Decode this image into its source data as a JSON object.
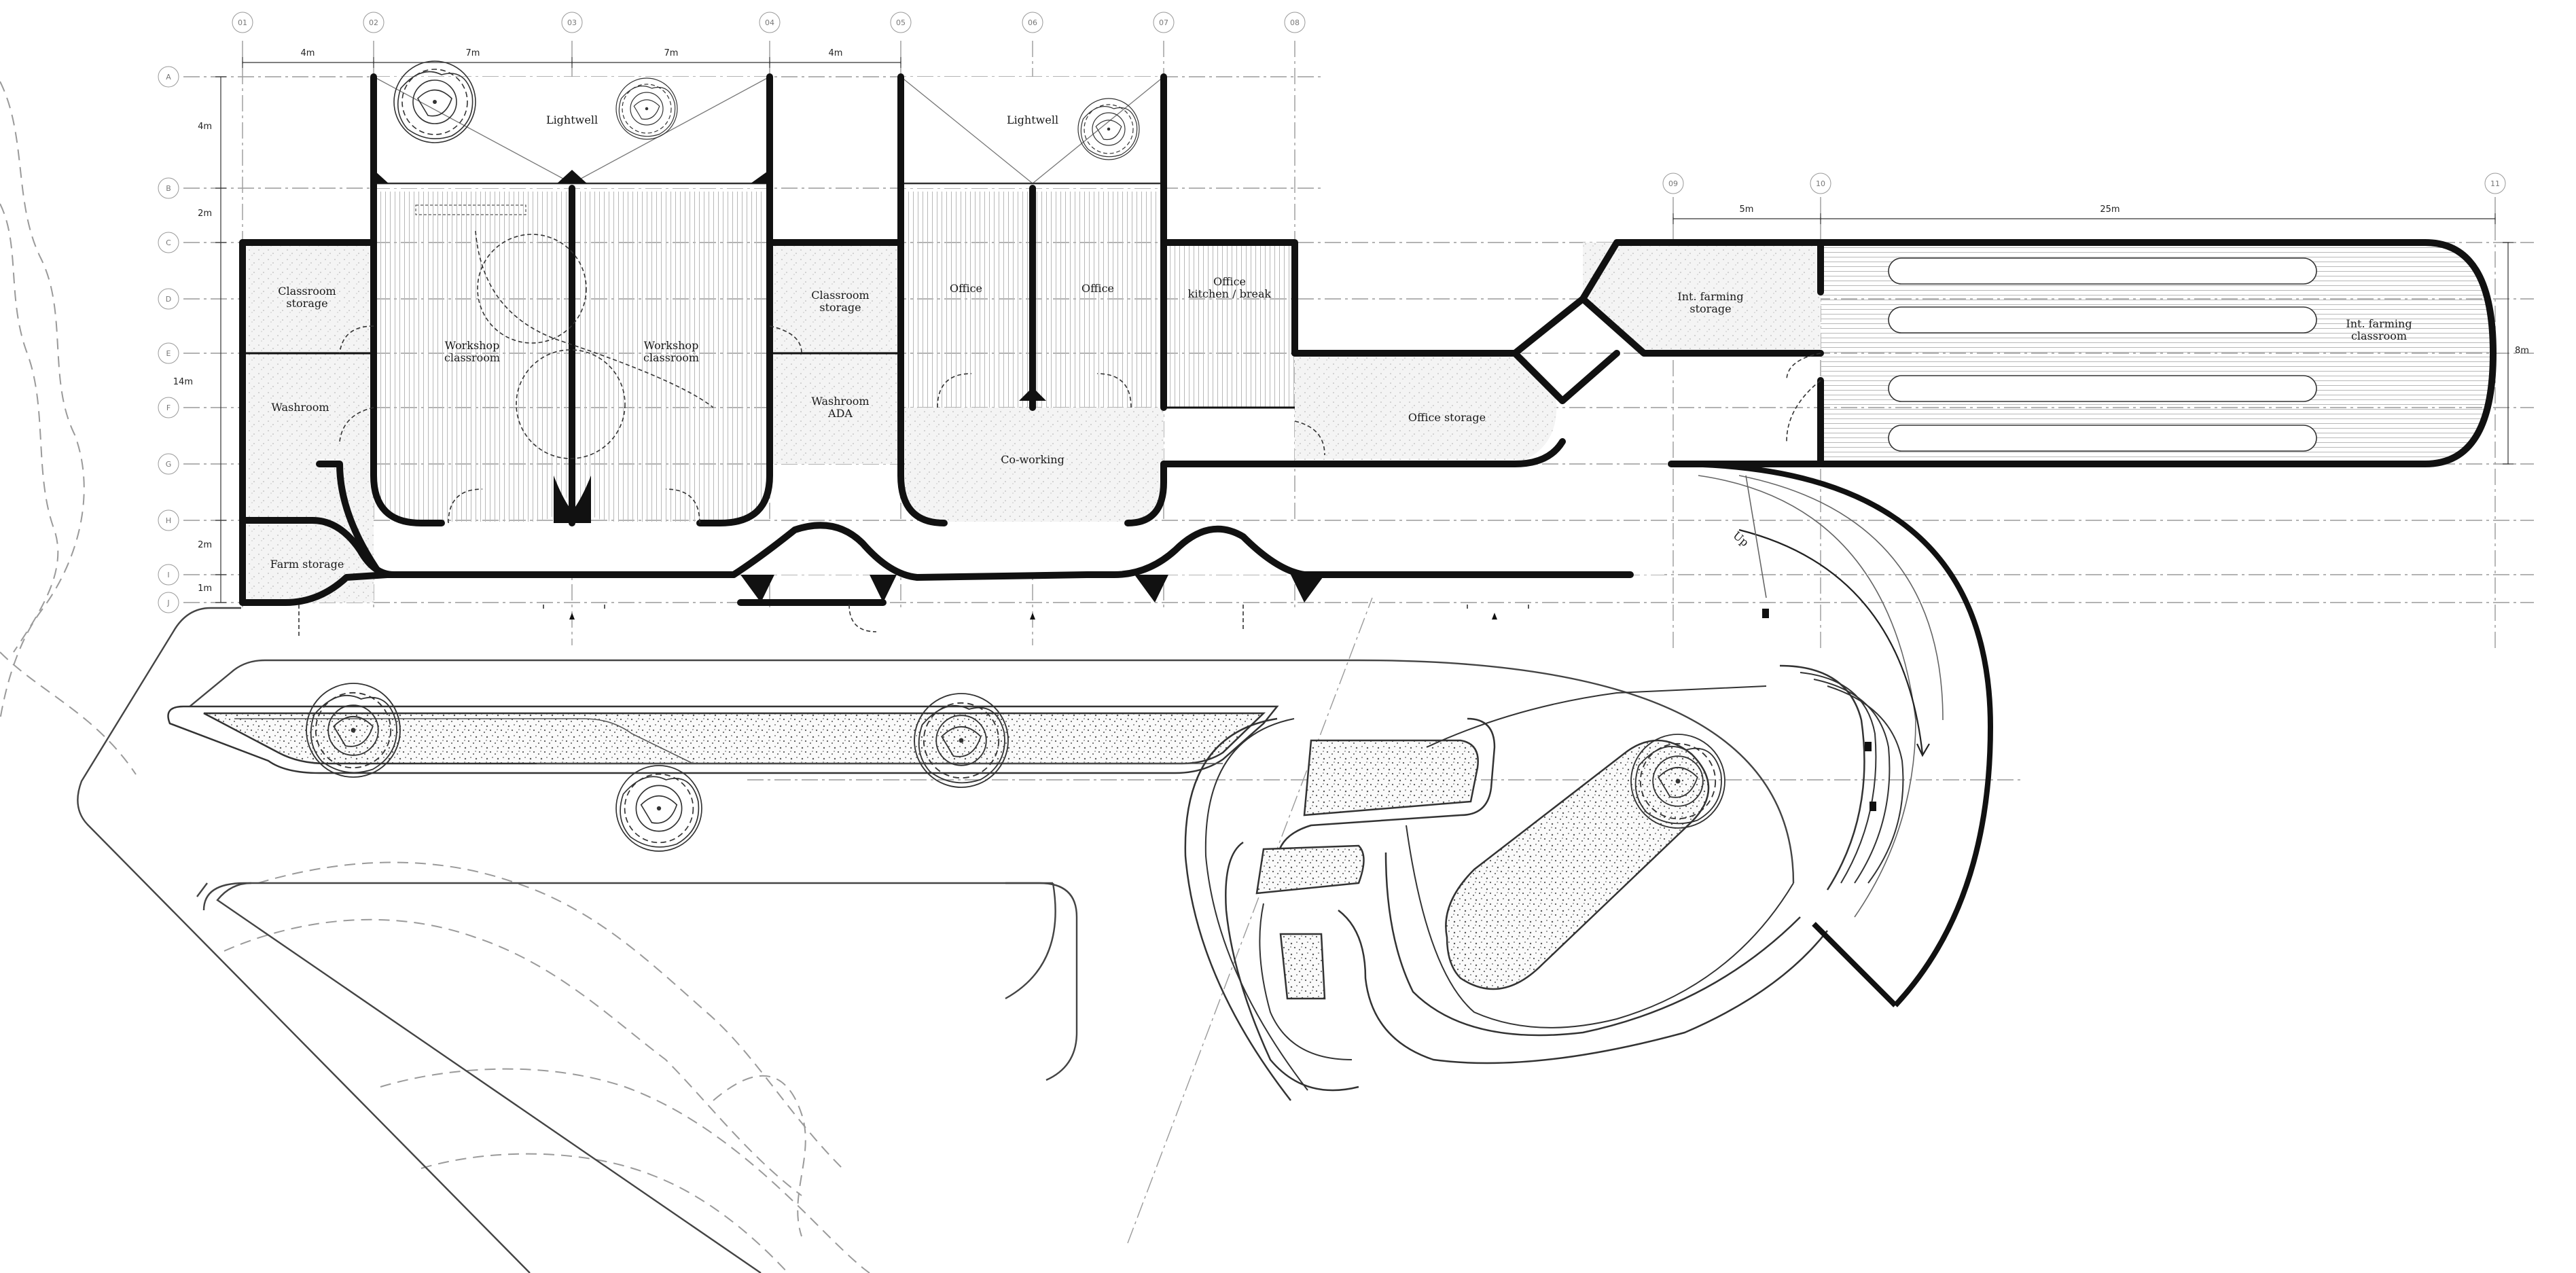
{
  "grid": {
    "columns": [
      "01",
      "02",
      "03",
      "04",
      "05",
      "06",
      "07",
      "08",
      "09",
      "10",
      "11"
    ],
    "rows": [
      "A",
      "B",
      "C",
      "D",
      "E",
      "F",
      "G",
      "H",
      "I",
      "J"
    ]
  },
  "dimensions": {
    "top": [
      "4m",
      "7m",
      "7m",
      "4m"
    ],
    "right_wing": [
      "5m",
      "25m"
    ],
    "left": [
      "4m",
      "2m",
      "14m",
      "2m",
      "1m"
    ],
    "right": "8m"
  },
  "rooms": {
    "lightwell_1": "Lightwell",
    "lightwell_2": "Lightwell",
    "classroom_storage_1": [
      "Classroom",
      "storage"
    ],
    "classroom_storage_2": [
      "Classroom",
      "storage"
    ],
    "washroom": "Washroom",
    "workshop_1": [
      "Workshop",
      "classroom"
    ],
    "workshop_2": [
      "Workshop",
      "classroom"
    ],
    "washroom_ada": [
      "Washroom",
      "ADA"
    ],
    "office_1": "Office",
    "office_2": "Office",
    "office_kitchen": [
      "Office",
      "kitchen / break"
    ],
    "office_storage": "Office storage",
    "co_working": "Co-working",
    "farming_storage": [
      "Int. farming",
      "storage"
    ],
    "farming_classroom": [
      "Int. farming",
      "classroom"
    ],
    "farm_storage": "Farm storage"
  },
  "annotations": {
    "ramp": "Up"
  },
  "icons": [
    "tree-icon",
    "door-swing-icon",
    "entry-arrow-icon",
    "north-grid-bubble-icon"
  ]
}
